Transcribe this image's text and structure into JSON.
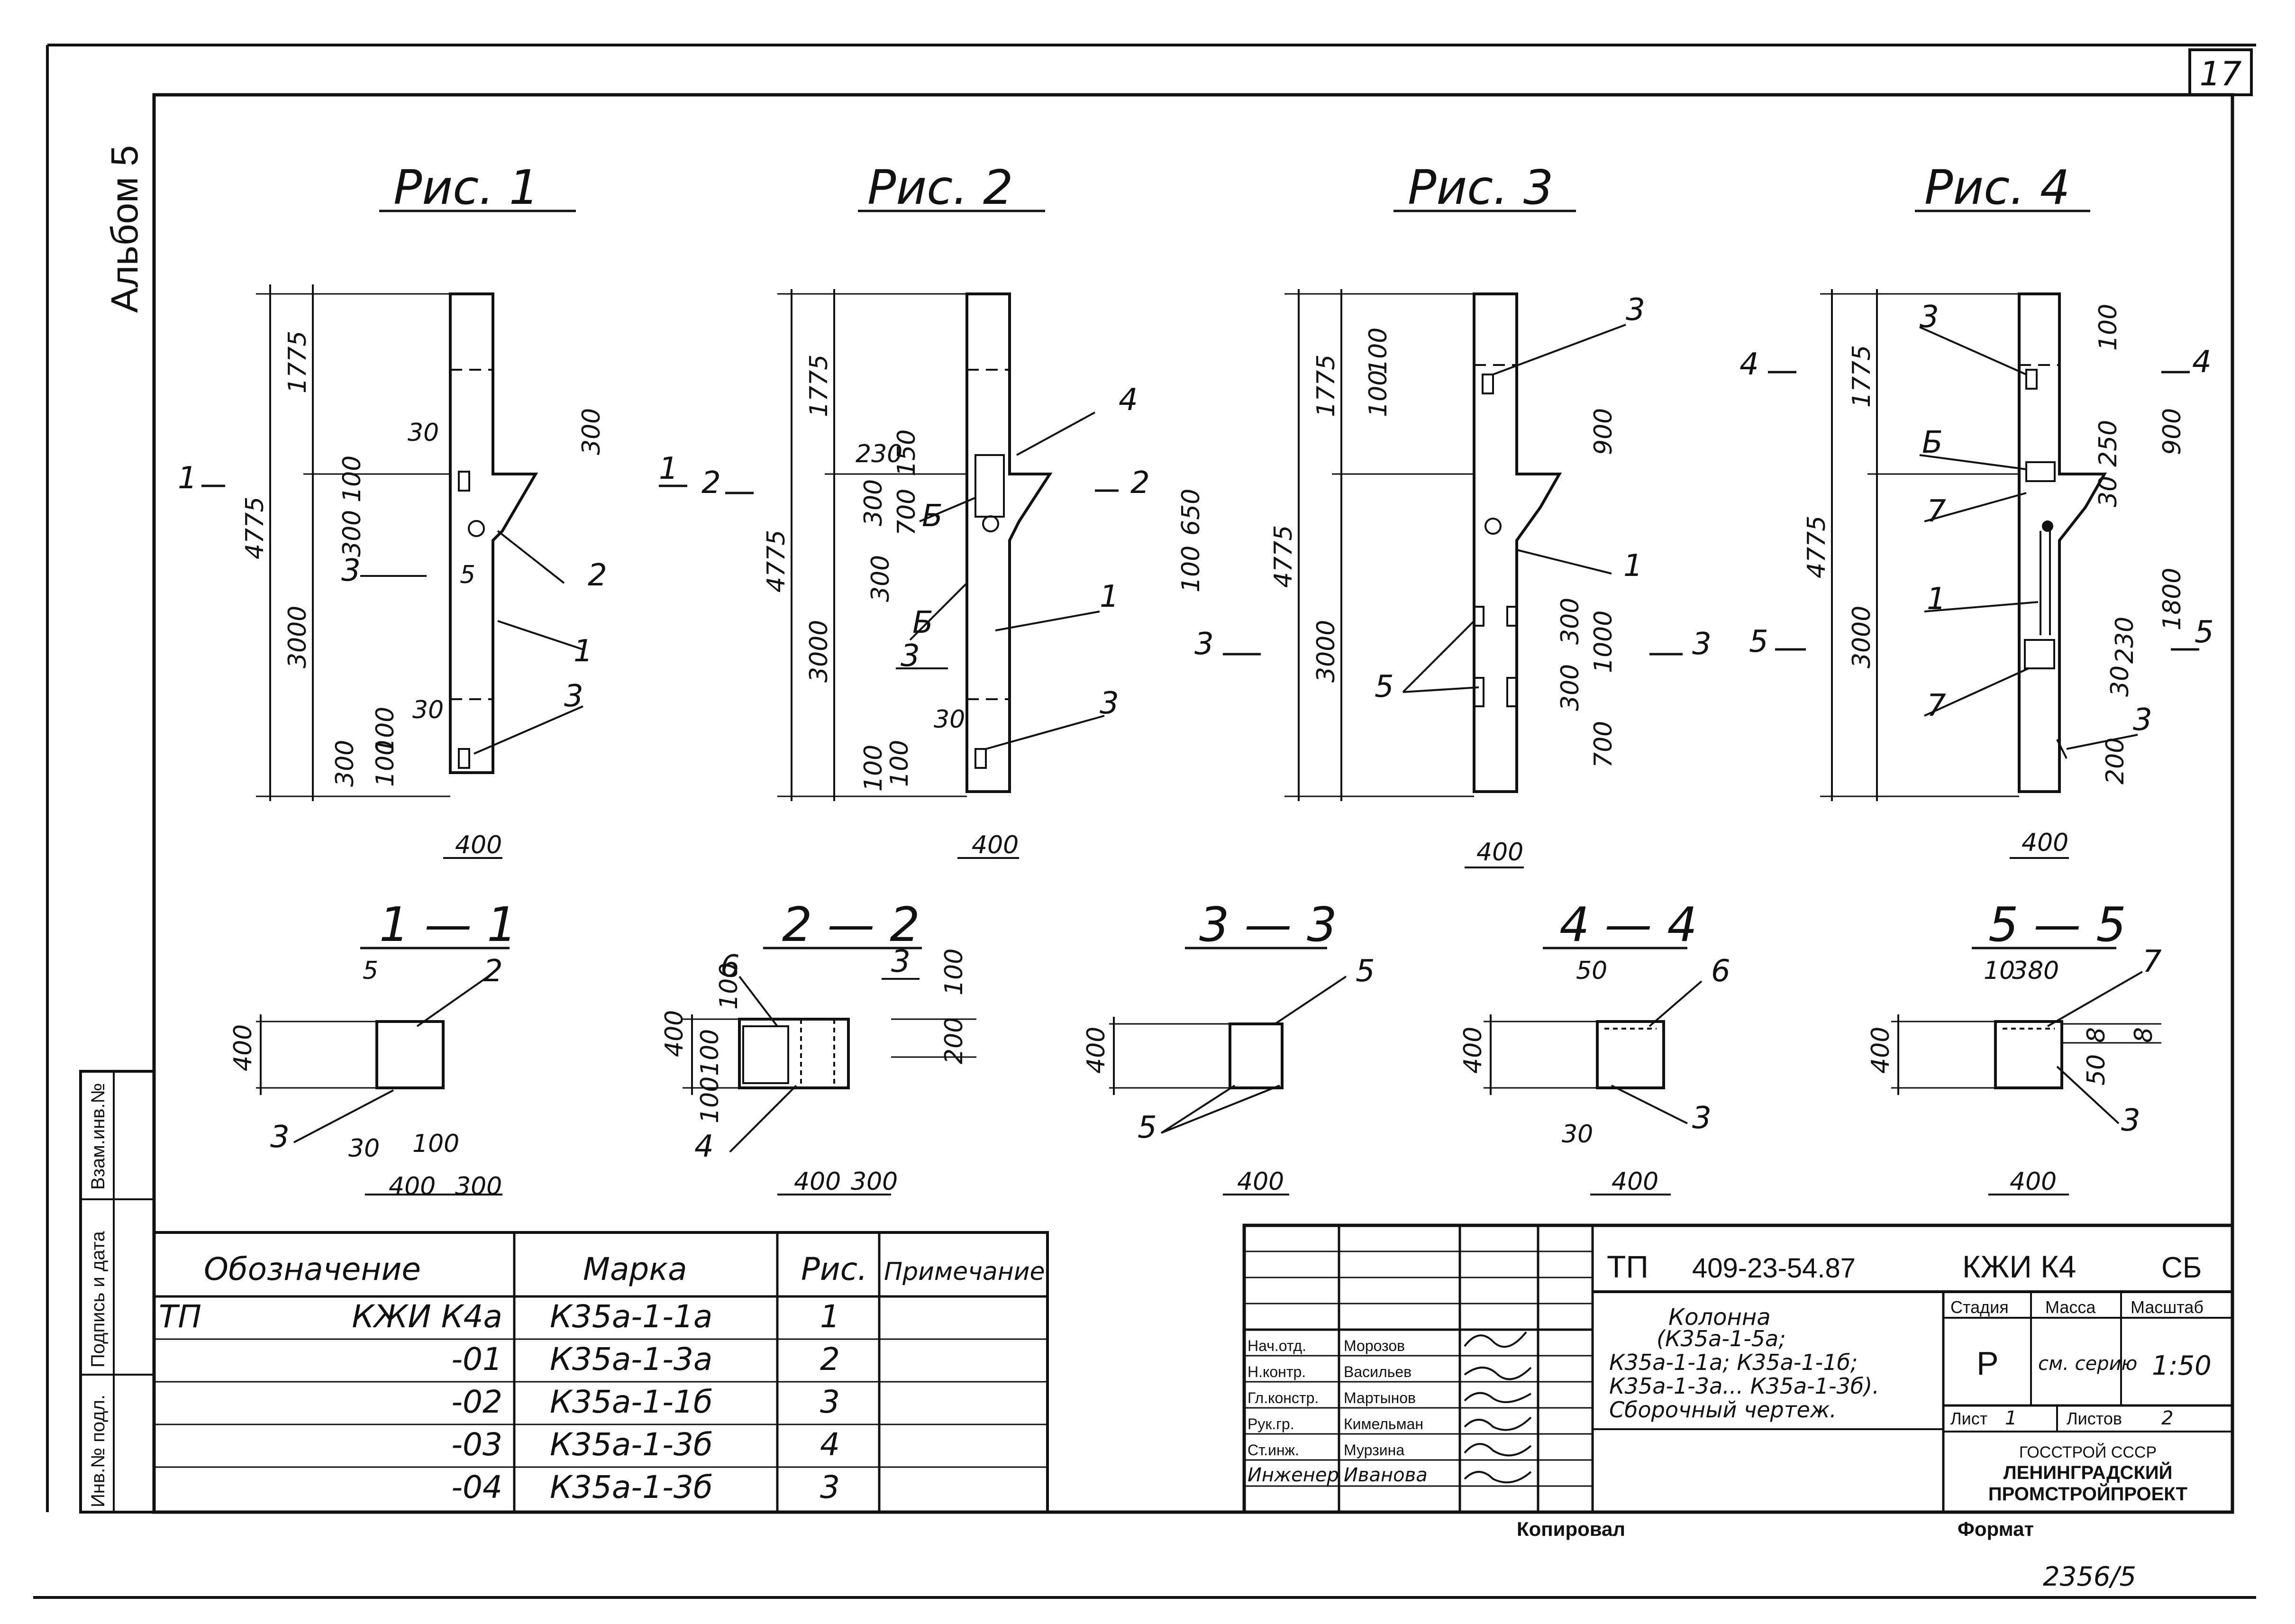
{
  "page_number": "17",
  "album": "Альбом 5",
  "figures": [
    {
      "title": "Рис. 1",
      "dims": {
        "total": "4775",
        "top": "1775",
        "bottom": "3000",
        "width": "400",
        "d30": "30",
        "d100": "100",
        "d300a": "300",
        "d300b": "300",
        "d300c": "300",
        "d100b": "100",
        "d100c": "100",
        "d30b": "30"
      },
      "labels": [
        "1",
        "2",
        "3",
        "3",
        "5"
      ],
      "cut": "1"
    },
    {
      "title": "Рис. 2",
      "dims": {
        "total": "4775",
        "top": "1775",
        "bottom": "3000",
        "width": "400",
        "d230": "230",
        "d150": "150",
        "d300": "300",
        "d700": "700",
        "d300b": "300",
        "d100": "100",
        "d100b": "100",
        "d650": "650",
        "d100c": "100",
        "d30": "30"
      },
      "labels": [
        "1",
        "3",
        "3",
        "4",
        "Б",
        "Б"
      ],
      "cut": "2"
    },
    {
      "title": "Рис. 3",
      "dims": {
        "total": "4775",
        "top": "1775",
        "bottom": "3000",
        "width": "400",
        "d100": "100",
        "d100b": "100",
        "d900": "900",
        "d300": "300",
        "d1000": "1000",
        "d300b": "300",
        "d700": "700"
      },
      "labels": [
        "1",
        "3",
        "5"
      ],
      "cut": "3"
    },
    {
      "title": "Рис. 4",
      "dims": {
        "total": "4775",
        "top": "1775",
        "bottom": "3000",
        "width": "400",
        "d100": "100",
        "d900": "900",
        "d250": "250",
        "d30": "30",
        "d1800": "1800",
        "d230": "230",
        "d30b": "30",
        "d200": "200"
      },
      "labels": [
        "3",
        "Б",
        "7",
        "1",
        "7",
        "3"
      ],
      "cuts": [
        "4",
        "5"
      ]
    }
  ],
  "sections": [
    {
      "title": "1 — 1",
      "dims": [
        "5",
        "400",
        "30",
        "100",
        "400",
        "300"
      ],
      "labels": [
        "2",
        "3"
      ]
    },
    {
      "title": "2 — 2",
      "dims": [
        "400",
        "100",
        "100",
        "100",
        "100",
        "200",
        "400",
        "300"
      ],
      "labels": [
        "6",
        "3",
        "4"
      ],
      "extra": "3"
    },
    {
      "title": "3 — 3",
      "dims": [
        "400",
        "400"
      ],
      "labels": [
        "5",
        "5"
      ]
    },
    {
      "title": "4 — 4",
      "dims": [
        "50",
        "400",
        "30",
        "400"
      ],
      "labels": [
        "6",
        "3"
      ]
    },
    {
      "title": "5 — 5",
      "dims": [
        "10",
        "380",
        "400",
        "8",
        "8",
        "50",
        "400"
      ],
      "labels": [
        "7",
        "3"
      ]
    }
  ],
  "spec_table": {
    "headers": [
      "Обозначение",
      "Марка",
      "Рис.",
      "Примечание"
    ],
    "rows": [
      {
        "prefix": "ТП",
        "designation": "КЖИ К4а",
        "mark": "К35а-1-1а",
        "fig": "1",
        "note": ""
      },
      {
        "prefix": "",
        "designation": "-01",
        "mark": "К35а-1-3а",
        "fig": "2",
        "note": ""
      },
      {
        "prefix": "",
        "designation": "-02",
        "mark": "К35а-1-1б",
        "fig": "3",
        "note": ""
      },
      {
        "prefix": "",
        "designation": "-03",
        "mark": "К35а-1-3б",
        "fig": "4",
        "note": ""
      },
      {
        "prefix": "",
        "designation": "-04",
        "mark": "К35а-1-3б",
        "fig": "3",
        "note": ""
      }
    ]
  },
  "side_stamp": [
    "Инв.№ подл.",
    "Подпись и дата",
    "Взам.инв.№"
  ],
  "title_block": {
    "code_prefix": "ТП",
    "code": "409-23-54.87",
    "code_suffix": "КЖИ К4",
    "sheet_type": "СБ",
    "name_lines": [
      "Колонна",
      "(К35а-1-5а;",
      "К35а-1-1а; К35а-1-1б;",
      "К35а-1-3а... К35а-1-3б).",
      "Сборочный чертеж."
    ],
    "stage_label": "Стадия",
    "mass_label": "Масса",
    "scale_label": "Масштаб",
    "stage": "Р",
    "mass": "см. серию",
    "scale": "1:50",
    "sheet_label": "Лист",
    "sheet": "1",
    "sheets_label": "Листов",
    "sheets": "2",
    "org": [
      "ГОССТРОЙ СССР",
      "ЛЕНИНГРАДСКИЙ",
      "ПРОМСТРОЙПРОЕКТ"
    ],
    "signers": [
      {
        "role": "Нач.отд.",
        "name": "Морозов"
      },
      {
        "role": "Н.контр.",
        "name": "Васильев"
      },
      {
        "role": "Гл.констр.",
        "name": "Мартынов"
      },
      {
        "role": "Рук.гр.",
        "name": "Кимельман"
      },
      {
        "role": "Ст.инж.",
        "name": "Мурзина"
      },
      {
        "role": "Инженер",
        "name": "Иванова"
      }
    ]
  },
  "footer": {
    "copied": "Копировал",
    "format": "Формат",
    "archive": "2356/5"
  }
}
